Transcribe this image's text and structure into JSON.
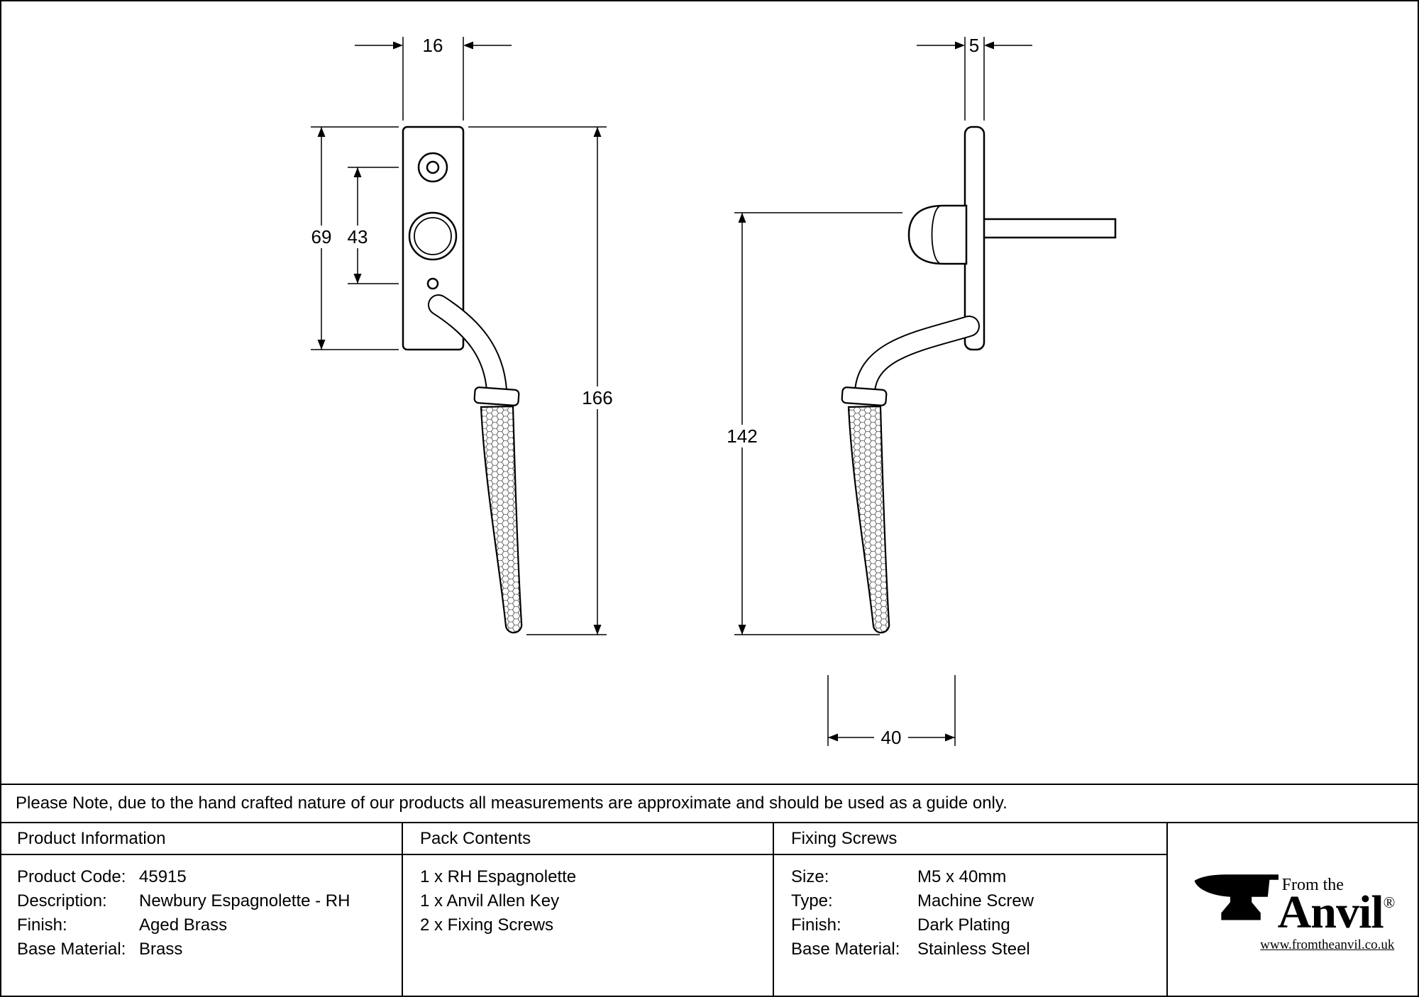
{
  "drawings": {
    "front_view": {
      "dims": {
        "plate_width": "16",
        "plate_height": "69",
        "screw_spacing": "43",
        "overall_length": "166"
      }
    },
    "side_view": {
      "dims": {
        "plate_thickness": "5",
        "drop_length": "142",
        "projection": "40"
      }
    }
  },
  "note": "Please Note, due to the hand crafted nature of our products all measurements are approximate and should be used as a guide only.",
  "table": {
    "product_information": {
      "header": "Product Information",
      "rows": [
        {
          "label": "Product Code:",
          "value": "45915"
        },
        {
          "label": "Description:",
          "value": "Newbury Espagnolette - RH"
        },
        {
          "label": "Finish:",
          "value": "Aged Brass"
        },
        {
          "label": "Base Material:",
          "value": "Brass"
        }
      ]
    },
    "pack_contents": {
      "header": "Pack Contents",
      "items": [
        "1 x RH Espagnolette",
        "1 x Anvil Allen Key",
        "2 x Fixing Screws"
      ]
    },
    "fixing_screws": {
      "header": "Fixing Screws",
      "rows": [
        {
          "label": "Size:",
          "value": "M5 x 40mm"
        },
        {
          "label": "Type:",
          "value": "Machine Screw"
        },
        {
          "label": "Finish:",
          "value": "Dark Plating"
        },
        {
          "label": "Base Material:",
          "value": "Stainless Steel"
        }
      ]
    }
  },
  "logo": {
    "tagline": "From the",
    "brand": "Anvil",
    "registered": "®",
    "website": "www.fromtheanvil.co.uk"
  }
}
